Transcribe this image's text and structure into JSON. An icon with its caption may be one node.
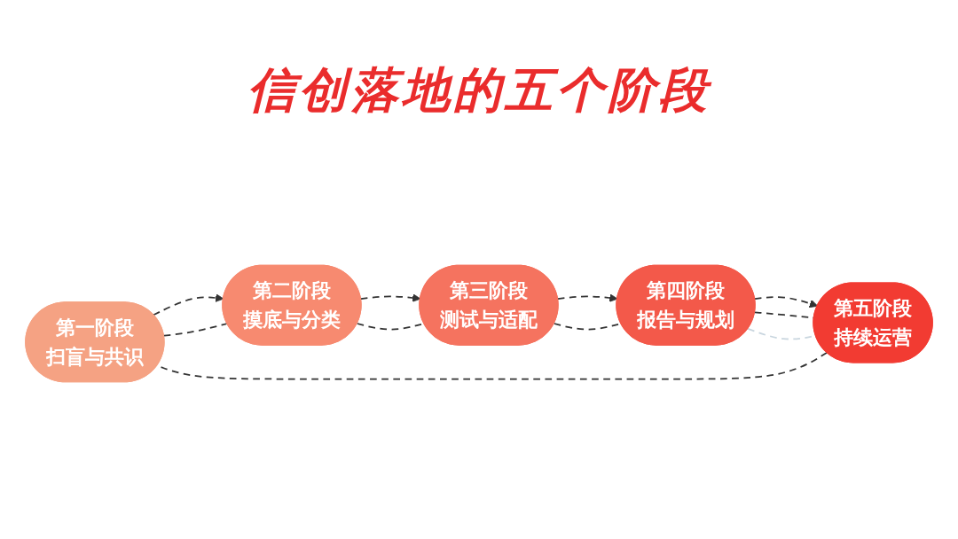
{
  "diagram": {
    "title": "信创落地的五个阶段",
    "nodes": [
      {
        "text": [
          "第一阶段",
          "扫盲与共识"
        ]
      },
      {
        "text": [
          "第二阶段",
          "摸底与分类"
        ]
      },
      {
        "text": [
          "第三阶段",
          "测试与适配"
        ]
      },
      {
        "text": [
          "第四阶段",
          "报告与规划"
        ]
      },
      {
        "text": [
          "第五阶段",
          "持续运营"
        ]
      }
    ],
    "edges": [
      {
        "from": 0,
        "to": 1,
        "arrow": "to",
        "style": "dashed"
      },
      {
        "from": 0,
        "to": 1,
        "arrow": "none",
        "style": "dashed"
      },
      {
        "from": 1,
        "to": 2,
        "arrow": "to",
        "style": "dashed"
      },
      {
        "from": 1,
        "to": 2,
        "arrow": "none",
        "style": "dashed"
      },
      {
        "from": 2,
        "to": 3,
        "arrow": "to",
        "style": "dashed"
      },
      {
        "from": 2,
        "to": 3,
        "arrow": "none",
        "style": "dashed"
      },
      {
        "from": 3,
        "to": 4,
        "arrow": "to",
        "style": "dashed"
      },
      {
        "from": 3,
        "to": 4,
        "arrow": "none",
        "style": "dashed"
      },
      {
        "from": 3,
        "to": 4,
        "arrow": "none",
        "style": "dashed",
        "color": "#c9d6df"
      },
      {
        "from": 4,
        "to": 0,
        "arrow": "none",
        "style": "dashed"
      }
    ]
  }
}
